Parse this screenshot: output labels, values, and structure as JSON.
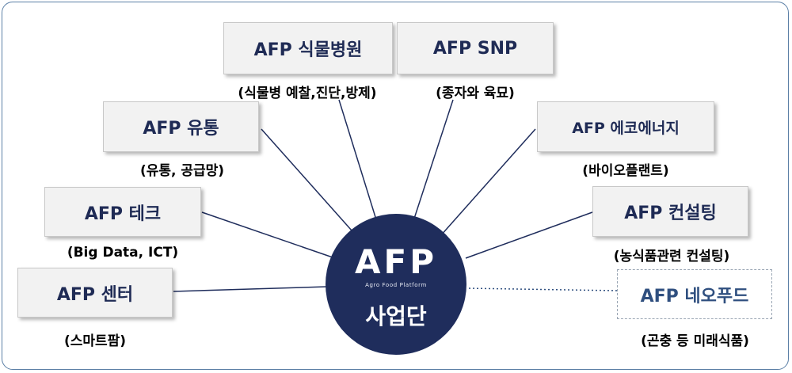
{
  "hub": {
    "logo": "AFP",
    "tagline": "Agro Food Platform",
    "name": "사업단"
  },
  "nodes": {
    "hospital": {
      "label": "AFP 식물병원",
      "desc": "(식물병 예찰,진단,방제)"
    },
    "snp": {
      "label": "AFP SNP",
      "desc": "(종자와 육묘)"
    },
    "distribution": {
      "label": "AFP 유통",
      "desc": "(유통, 공급망)"
    },
    "eco": {
      "label": "AFP 에코에너지",
      "desc": "(바이오플랜트)"
    },
    "tech": {
      "label": "AFP 테크",
      "desc": "(Big Data, ICT)"
    },
    "consulting": {
      "label": "AFP 컨설팅",
      "desc": "(농식품관련 컨설팅)"
    },
    "center": {
      "label": "AFP 센터",
      "desc": "(스마트팜)"
    },
    "neofood": {
      "label": "AFP 네오푸드",
      "desc": "(곤충 등 미래식품)"
    }
  },
  "colors": {
    "navy": "#1f2d5c",
    "border": "#5b7fa6",
    "box": "#f2f2f2",
    "text_dark": "#1f2b55",
    "dotted_text": "#2f4f7f"
  }
}
